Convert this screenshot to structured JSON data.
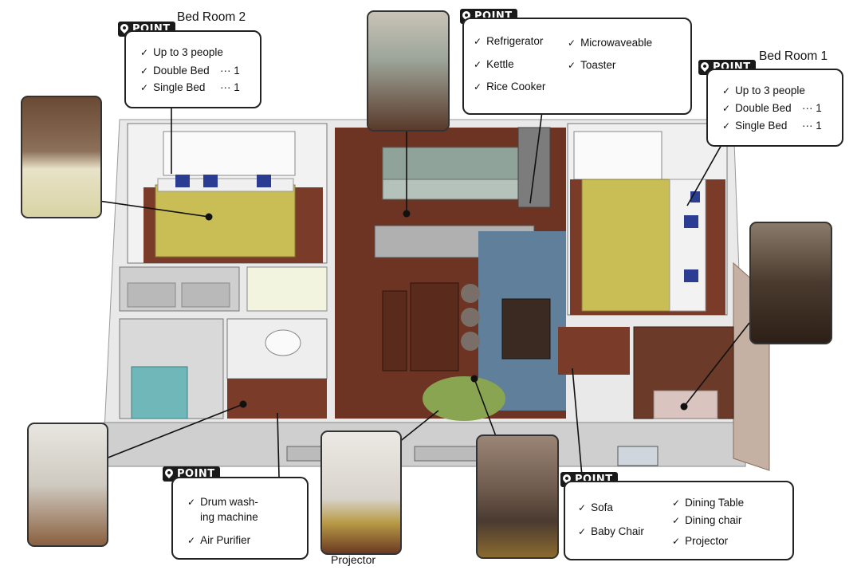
{
  "bedroom2": {
    "title": "Bed Room 2",
    "point_label": "POINT",
    "items": [
      {
        "label": "Up to 3 people",
        "count": ""
      },
      {
        "label": "Double Bed",
        "count": "··· 1"
      },
      {
        "label": "Single Bed",
        "count": "··· 1"
      }
    ]
  },
  "kitchen": {
    "point_label": "POINT",
    "items_left": [
      "Refrigerator",
      "Kettle",
      "Rice Cooker"
    ],
    "items_right": [
      "Microwaveable",
      "Toaster"
    ]
  },
  "bedroom1": {
    "title": "Bed Room 1",
    "point_label": "POINT",
    "items": [
      {
        "label": "Up to 3 people",
        "count": ""
      },
      {
        "label": "Double Bed",
        "count": "··· 1"
      },
      {
        "label": "Single Bed",
        "count": "··· 1"
      }
    ]
  },
  "bathroom": {
    "point_label": "POINT",
    "items": [
      "Drum wash-",
      "ing machine",
      "Air Purifier"
    ]
  },
  "living": {
    "point_label": "POINT",
    "items_left": [
      "Sofa",
      "Baby Chair"
    ],
    "items_right": [
      "Dining Table",
      "Dining chair",
      "Projector"
    ]
  },
  "projector_caption": "Projector",
  "check_glyph": "✓"
}
